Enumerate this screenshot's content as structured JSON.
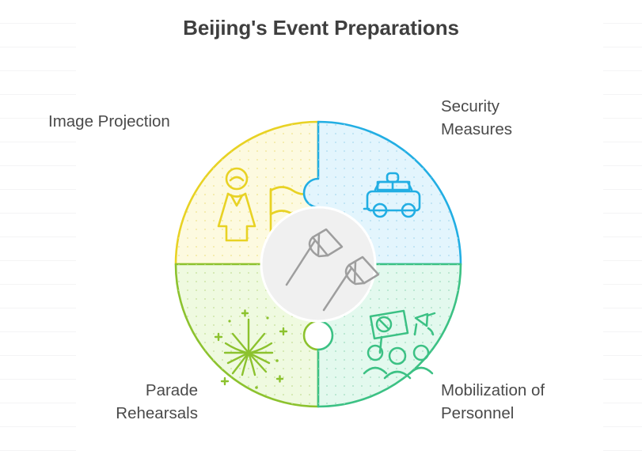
{
  "page": {
    "title": "Beijing's Event Preparations",
    "background_color": "#ffffff",
    "title_color": "#3f3f3f",
    "label_color": "#4a4a4a",
    "rule_line_color": "#f4f4f5"
  },
  "center": {
    "icon": "crossed-flags-icon",
    "fill_color": "#f0f0f0",
    "stroke_color": "#9e9e9e"
  },
  "segments": [
    {
      "id": "image-projection",
      "label": "Image Projection",
      "position": "top-left",
      "icon": "person-with-flag-icon",
      "fill_color": "#fdfae0",
      "stroke_color": "#e8d224",
      "dot_color": "#f0e48e"
    },
    {
      "id": "security-measures",
      "label": "Security\nMeasures",
      "position": "top-right",
      "icon": "police-car-icon",
      "fill_color": "#e3f5fd",
      "stroke_color": "#22aee3",
      "dot_color": "#a9d9ef"
    },
    {
      "id": "parade-rehearsals",
      "label": "Parade\nRehearsals",
      "position": "bottom-left",
      "icon": "fireworks-icon",
      "fill_color": "#effae0",
      "stroke_color": "#8cc22e",
      "dot_color": "#c4de96"
    },
    {
      "id": "mobilization-of-personnel",
      "label": "Mobilization of\nPersonnel",
      "position": "bottom-right",
      "icon": "crowd-protest-icon",
      "fill_color": "#e3f9ee",
      "stroke_color": "#3cc184",
      "dot_color": "#9fdcc0"
    }
  ]
}
